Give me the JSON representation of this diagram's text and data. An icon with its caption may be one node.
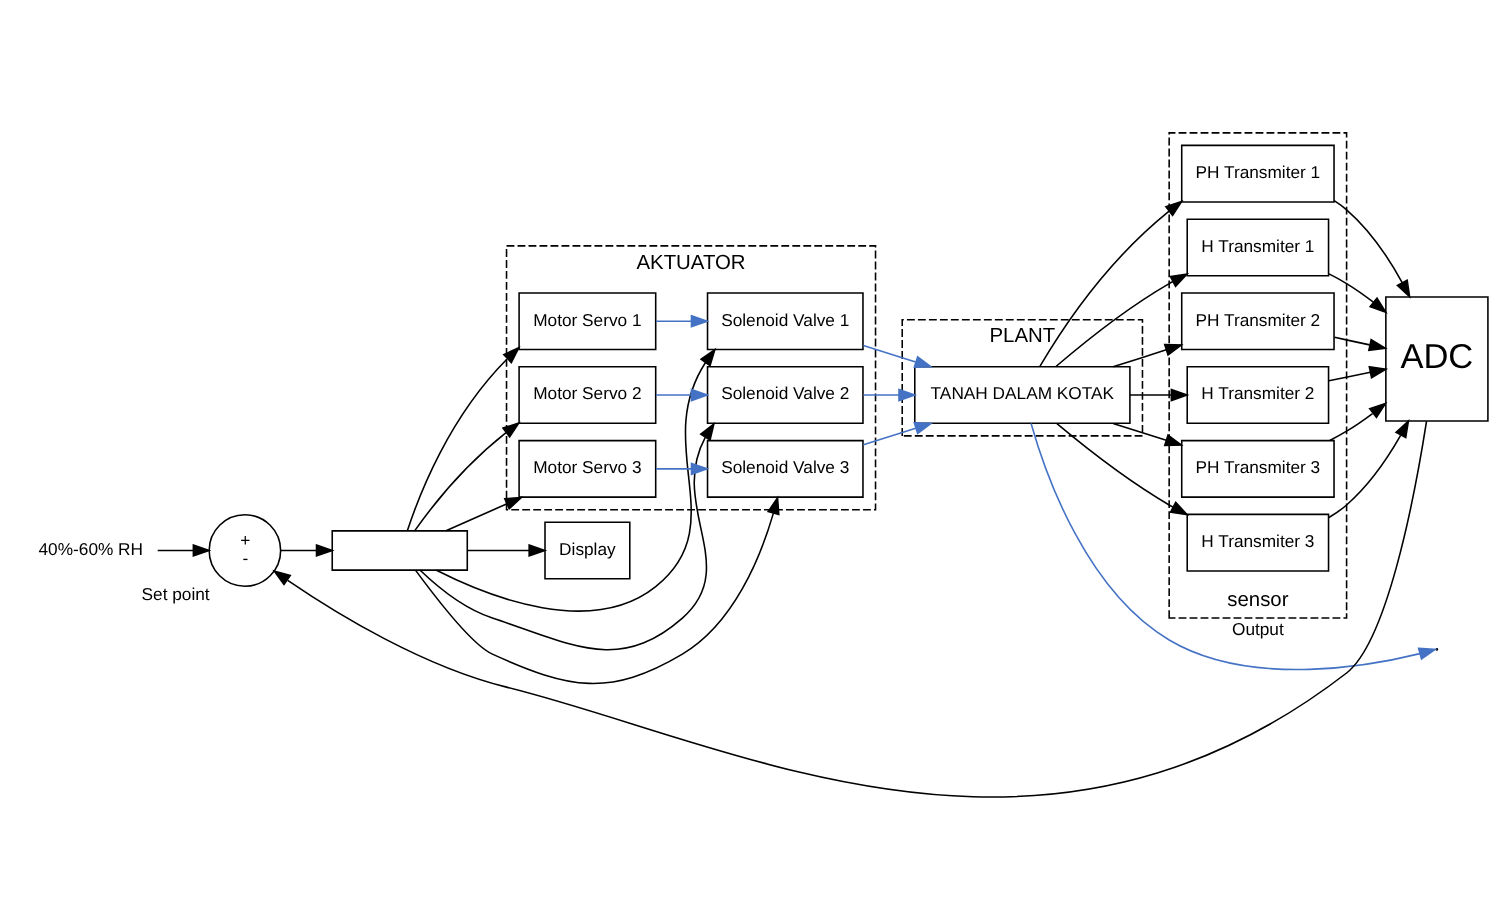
{
  "diagram": {
    "nodes": [
      {
        "text": [
          "40%-60% RH"
        ]
      },
      {
        "text": [
          "+",
          "-"
        ],
        "beside": [
          "Set point"
        ]
      },
      {
        "text": [],
        "shape": "box"
      },
      {
        "text": [
          "AKTUATOR"
        ]
      },
      {
        "text": [
          "Motor Servo 1"
        ],
        "in": 3
      },
      {
        "text": [
          "Motor Servo 2"
        ],
        "in": 3
      },
      {
        "text": [
          "Motor Servo 3"
        ],
        "in": 3
      },
      {
        "text": [
          "Solenoid Valve 1"
        ],
        "in": 3
      },
      {
        "text": [
          "Solenoid Valve 2"
        ],
        "in": 3
      },
      {
        "text": [
          "Solenoid Valve 3"
        ],
        "in": 3
      },
      {
        "text": [
          "Display"
        ]
      },
      {
        "text": [
          "PLANT"
        ]
      },
      {
        "text": [
          "TANAH DALAM KOTAK"
        ],
        "in": 11
      },
      {
        "text": [
          "ADC"
        ]
      },
      {
        "text": [
          "sensor"
        ]
      },
      {
        "text": [
          "PH Transmiter 1"
        ],
        "in": 14
      },
      {
        "text": [
          "H Transmiter 1"
        ],
        "in": 14
      },
      {
        "text": [
          "PH Transmiter 2"
        ],
        "in": 14
      },
      {
        "text": [
          "H Transmiter 2"
        ],
        "in": 14
      },
      {
        "text": [
          "PH Transmiter 3"
        ],
        "in": 14
      },
      {
        "text": [
          "H Transmiter 3"
        ],
        "in": 14
      }
    ],
    "edges": [
      {
        "from": 0,
        "to": 1,
        "arrow": "to"
      },
      {
        "from": 1,
        "to": 2,
        "arrow": "to"
      },
      {
        "from": 2,
        "to": 4,
        "arrow": "to"
      },
      {
        "from": 2,
        "to": 5,
        "arrow": "to"
      },
      {
        "from": 2,
        "to": 6,
        "arrow": "to"
      },
      {
        "from": 2,
        "to": 7,
        "arrow": "to"
      },
      {
        "from": 2,
        "to": 8,
        "arrow": "to"
      },
      {
        "from": 2,
        "to": 9,
        "arrow": "to"
      },
      {
        "from": 2,
        "to": 10,
        "arrow": "to"
      },
      {
        "from": 4,
        "to": 7,
        "arrow": "to",
        "color": "#4472c4"
      },
      {
        "from": 5,
        "to": 8,
        "arrow": "to",
        "color": "#4472c4"
      },
      {
        "from": 6,
        "to": 9,
        "arrow": "to",
        "color": "#4472c4"
      },
      {
        "from": 7,
        "to": 12,
        "arrow": "to",
        "color": "#4472c4"
      },
      {
        "from": 8,
        "to": 12,
        "arrow": "to",
        "color": "#4472c4"
      },
      {
        "from": 9,
        "to": 12,
        "arrow": "to",
        "color": "#4472c4"
      },
      {
        "from": 12,
        "to": null,
        "arrow": "to",
        "label": "Output",
        "color": "#4472c4"
      },
      {
        "from": 12,
        "to": 15,
        "arrow": "to"
      },
      {
        "from": 12,
        "to": 16,
        "arrow": "to"
      },
      {
        "from": 12,
        "to": 17,
        "arrow": "to"
      },
      {
        "from": 12,
        "to": 18,
        "arrow": "to"
      },
      {
        "from": 12,
        "to": 19,
        "arrow": "to"
      },
      {
        "from": 12,
        "to": 20,
        "arrow": "to"
      },
      {
        "from": 15,
        "to": 13,
        "arrow": "to"
      },
      {
        "from": 16,
        "to": 13,
        "arrow": "to"
      },
      {
        "from": 17,
        "to": 13,
        "arrow": "to"
      },
      {
        "from": 18,
        "to": 13,
        "arrow": "to"
      },
      {
        "from": 19,
        "to": 13,
        "arrow": "to"
      },
      {
        "from": 20,
        "to": 13,
        "arrow": "to"
      },
      {
        "from": 13,
        "to": 1,
        "arrow": "to"
      }
    ]
  }
}
